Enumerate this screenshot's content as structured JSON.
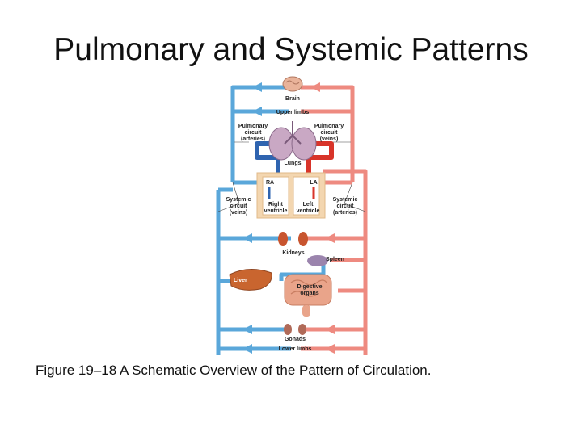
{
  "slide": {
    "title": "Pulmonary and Systemic Patterns",
    "caption": "Figure 19–18 A Schematic Overview of the Pattern of Circulation."
  },
  "colors": {
    "veins_blue": "#5aa7da",
    "arteries_red": "#ee8a80",
    "deep_blue": "#2f64b0",
    "deep_red": "#d8342a",
    "organ_box": "#f3d6b0"
  },
  "diagram": {
    "brain": "Brain",
    "upper_limbs": "Upper limbs",
    "pulm_arteries": [
      "Pulmonary",
      "circuit",
      "(arteries)"
    ],
    "pulm_veins": [
      "Pulmonary",
      "circuit",
      "(veins)"
    ],
    "lungs": "Lungs",
    "ra": "RA",
    "la": "LA",
    "right_ventricle": [
      "Right",
      "ventricle"
    ],
    "left_ventricle": [
      "Left",
      "ventricle"
    ],
    "sys_veins": [
      "Systemic",
      "circuit",
      "(veins)"
    ],
    "sys_arteries": [
      "Systemic",
      "circuit",
      "(arteries)"
    ],
    "kidneys": "Kidneys",
    "spleen": "Spleen",
    "liver": "Liver",
    "digestive": [
      "Digestive",
      "organs"
    ],
    "gonads": "Gonads",
    "lower_limbs": "Lower limbs"
  }
}
